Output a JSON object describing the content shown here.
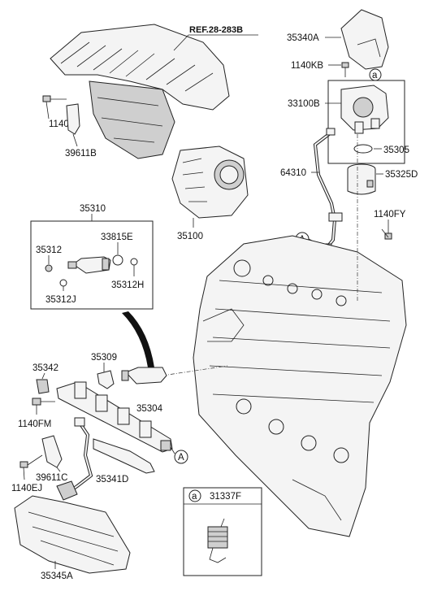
{
  "reference_label": "REF.28-283B",
  "callout_letter": "A",
  "detail_letter": "a",
  "labels": {
    "p35340A": "35340A",
    "p1140KB": "1140KB",
    "p33100B": "33100B",
    "p35305": "35305",
    "p64310": "64310",
    "p35325D": "35325D",
    "p1140FY": "1140FY",
    "p1140EJ_top": "1140EJ",
    "p39611B": "39611B",
    "p35100": "35100",
    "p35310": "35310",
    "p35312": "35312",
    "p33815E": "33815E",
    "p35312J": "35312J",
    "p35312H": "35312H",
    "p35342": "35342",
    "p35309": "35309",
    "p35304": "35304",
    "p1140FM": "1140FM",
    "p39611C": "39611C",
    "p35341D": "35341D",
    "p1140EJ_bottom": "1140EJ",
    "p35345A": "35345A",
    "p31337F": "31337F"
  }
}
